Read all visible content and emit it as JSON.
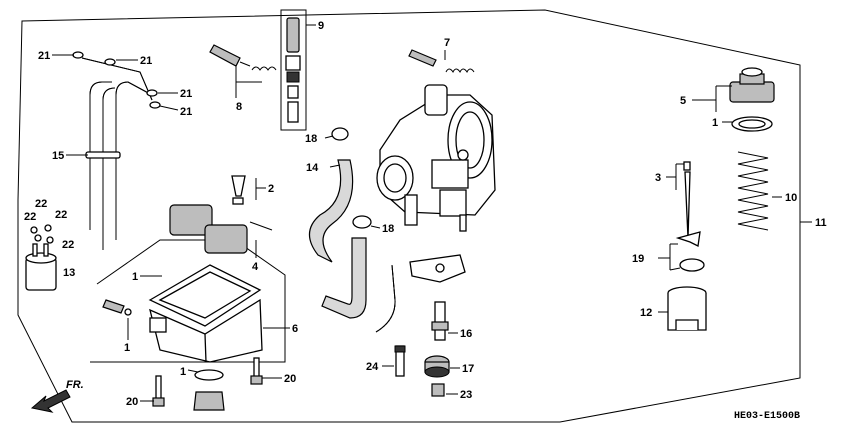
{
  "diagram_code": "HE03-E1500B",
  "direction_label": "FR.",
  "callouts": [
    {
      "id": "c21a",
      "text": "21"
    },
    {
      "id": "c21b",
      "text": "21"
    },
    {
      "id": "c21c",
      "text": "21"
    },
    {
      "id": "c21d",
      "text": "21"
    },
    {
      "id": "c15",
      "text": "15"
    },
    {
      "id": "c22a",
      "text": "22"
    },
    {
      "id": "c22b",
      "text": "22"
    },
    {
      "id": "c22c",
      "text": "22"
    },
    {
      "id": "c22d",
      "text": "22"
    },
    {
      "id": "c13",
      "text": "13"
    },
    {
      "id": "c8",
      "text": "8"
    },
    {
      "id": "c9",
      "text": "9"
    },
    {
      "id": "c7",
      "text": "7"
    },
    {
      "id": "c18a",
      "text": "18"
    },
    {
      "id": "c18b",
      "text": "18"
    },
    {
      "id": "c14",
      "text": "14"
    },
    {
      "id": "c2",
      "text": "2"
    },
    {
      "id": "c4",
      "text": "4"
    },
    {
      "id": "c1a",
      "text": "1"
    },
    {
      "id": "c1b",
      "text": "1"
    },
    {
      "id": "c1c",
      "text": "1"
    },
    {
      "id": "c6",
      "text": "6"
    },
    {
      "id": "c20a",
      "text": "20"
    },
    {
      "id": "c20b",
      "text": "20"
    },
    {
      "id": "c16",
      "text": "16"
    },
    {
      "id": "c24",
      "text": "24"
    },
    {
      "id": "c17",
      "text": "17"
    },
    {
      "id": "c23",
      "text": "23"
    },
    {
      "id": "c5",
      "text": "5"
    },
    {
      "id": "c1d",
      "text": "1"
    },
    {
      "id": "c3",
      "text": "3"
    },
    {
      "id": "c10",
      "text": "10"
    },
    {
      "id": "c11",
      "text": "11"
    },
    {
      "id": "c19",
      "text": "19"
    },
    {
      "id": "c12",
      "text": "12"
    }
  ]
}
